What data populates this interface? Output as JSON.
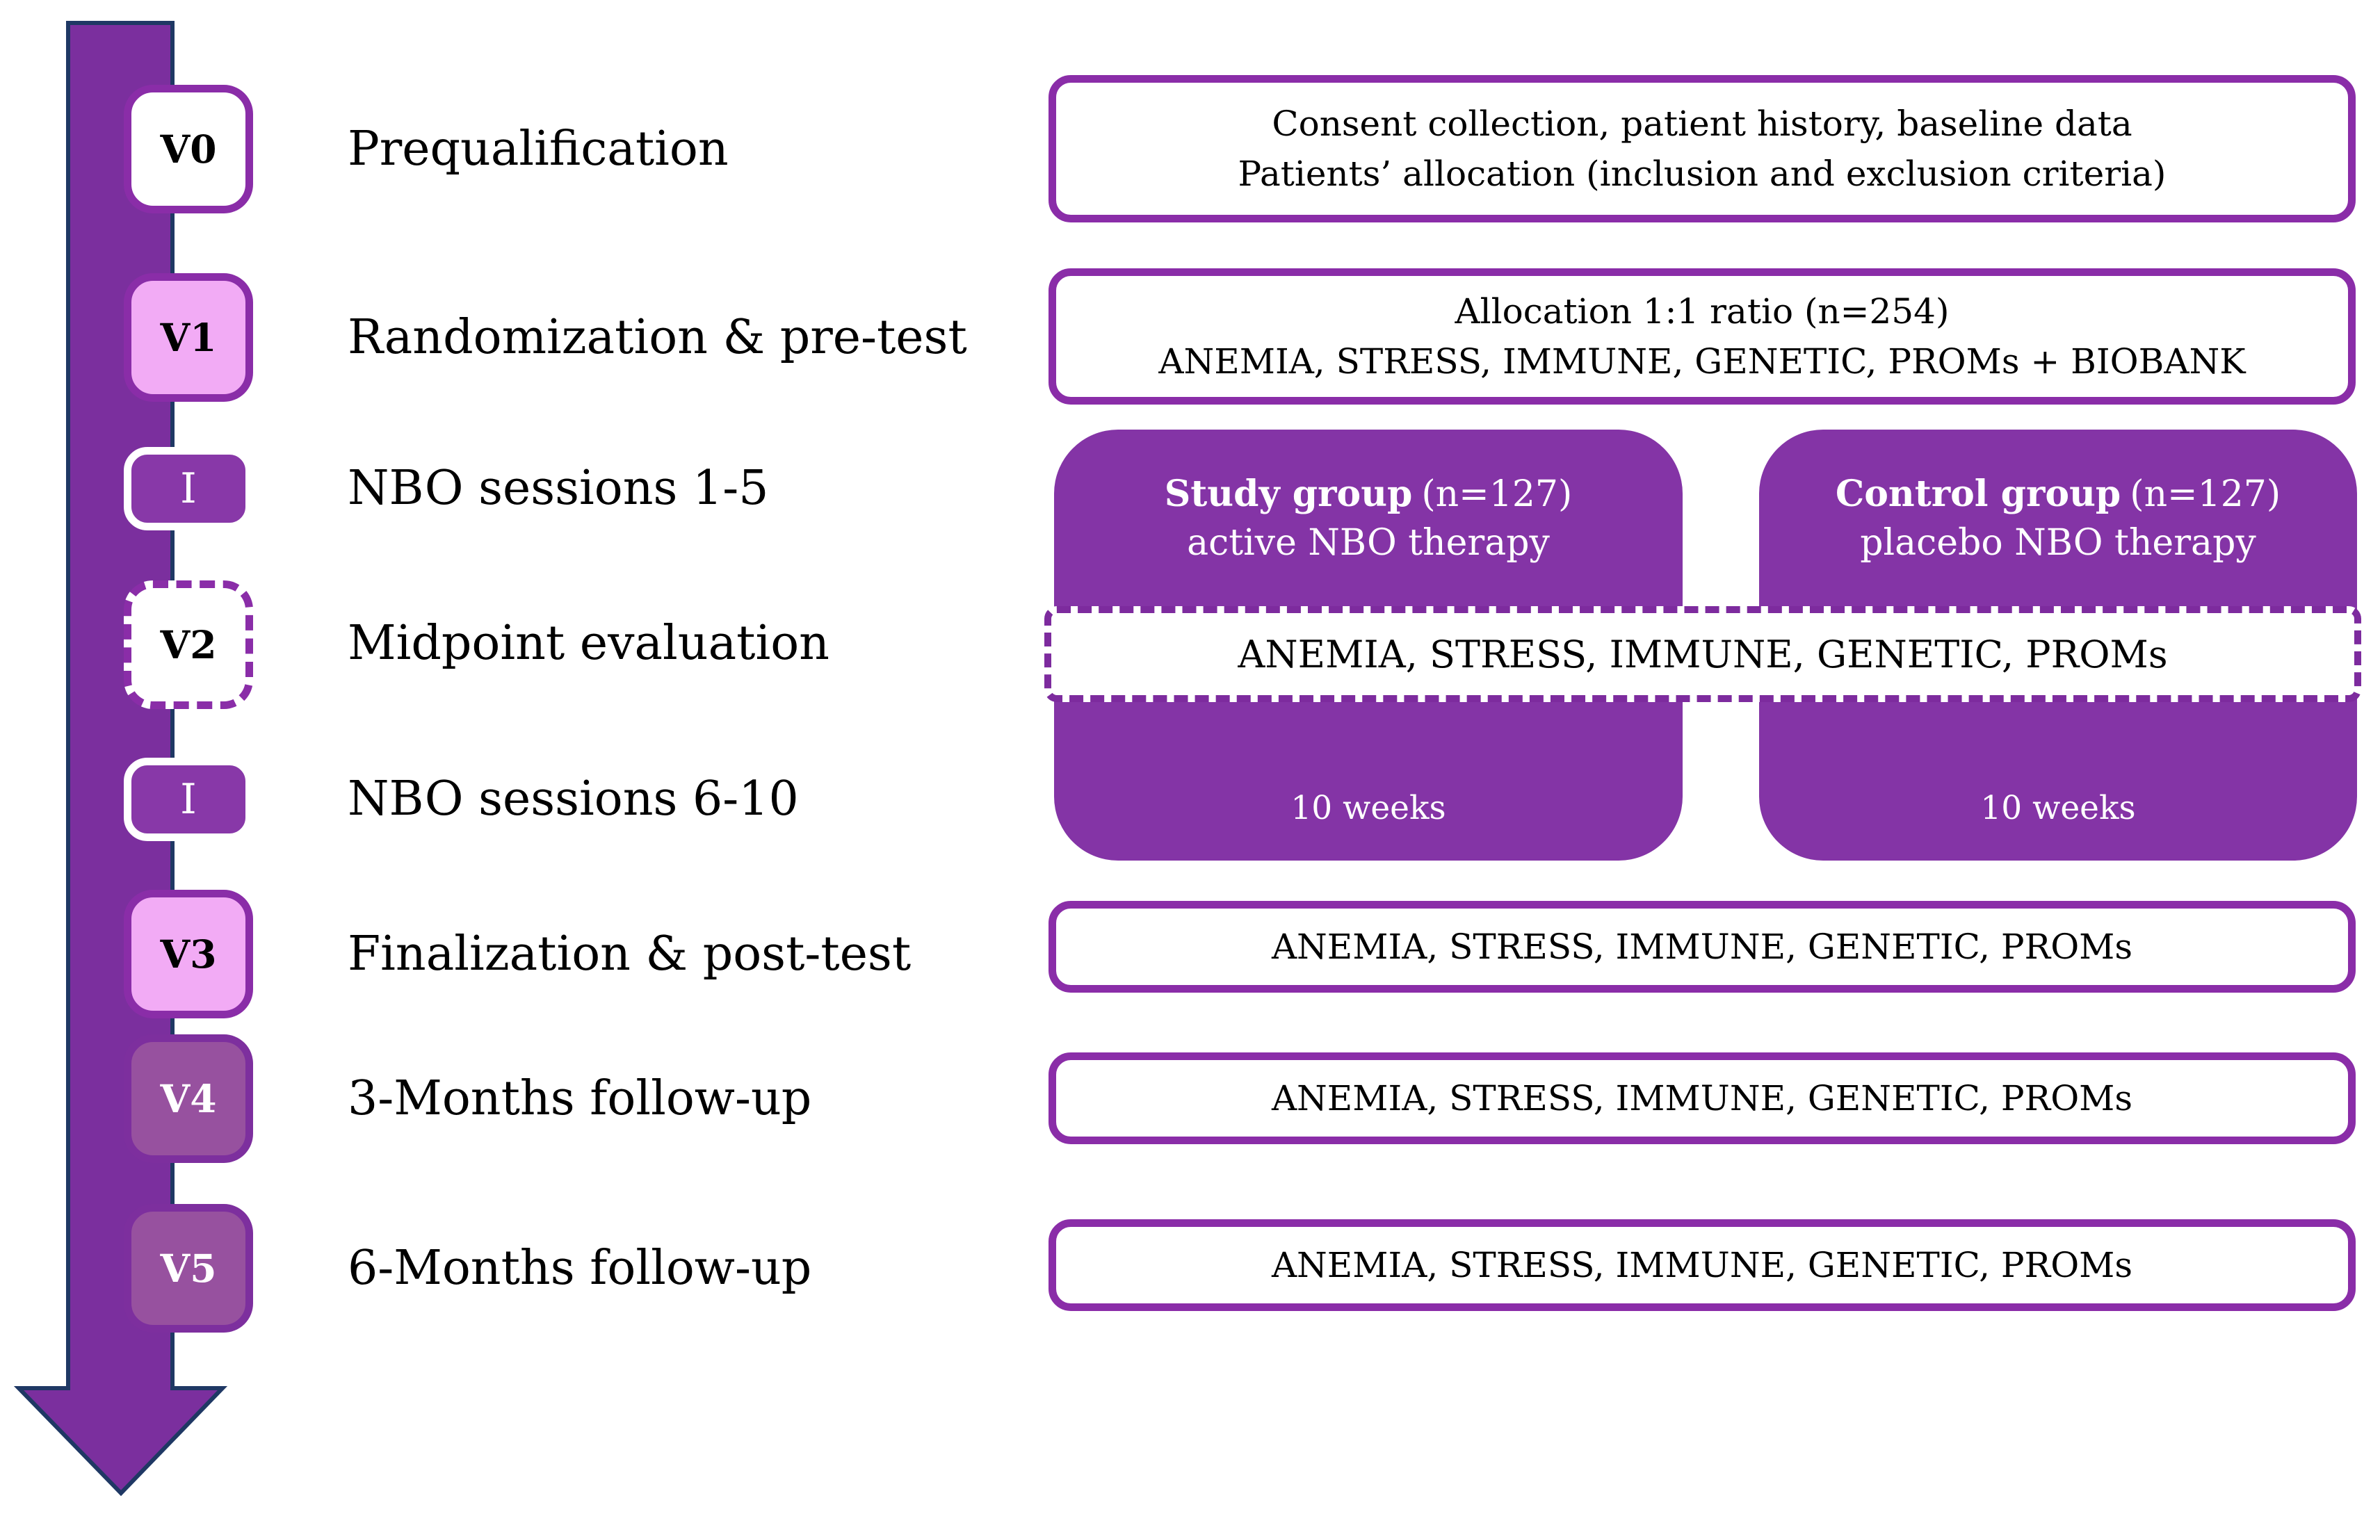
{
  "palette": {
    "arrow_fill": "#7B2F9E",
    "arrow_outline": "#1F3864",
    "solid_box_border": "#8A2DA8",
    "dashed_border": "#7D2B9E",
    "badge_pink_fill": "#F2ABF5",
    "badge_intervention_fill": "#8838A8",
    "badge_dark_fill": "#97519F",
    "badge_dark_border": "#7D2F9E",
    "group_box_fill": "#8434A6",
    "text_dark": "#000000",
    "text_light": "#FFFFFF"
  },
  "timeline": {
    "stages": [
      {
        "id": "v0",
        "badge": "V0",
        "label": "Prequalification"
      },
      {
        "id": "v1",
        "badge": "V1",
        "label": "Randomization & pre-test"
      },
      {
        "id": "i1",
        "badge": "I",
        "label": "NBO sessions 1-5"
      },
      {
        "id": "v2",
        "badge": "V2",
        "label": "Midpoint evaluation"
      },
      {
        "id": "i2",
        "badge": "I",
        "label": "NBO sessions 6-10"
      },
      {
        "id": "v3",
        "badge": "V3",
        "label": "Finalization & post-test"
      },
      {
        "id": "v4",
        "badge": "V4",
        "label": "3-Months follow-up"
      },
      {
        "id": "v5",
        "badge": "V5",
        "label": "6-Months follow-up"
      }
    ]
  },
  "details": {
    "prequalification": {
      "line1": "Consent collection, patient history, baseline data",
      "line2": "Patients’ allocation (inclusion and exclusion criteria)"
    },
    "randomization": {
      "line1": "Allocation 1:1 ratio (n=254)",
      "line2": "ANEMIA, STRESS, IMMUNE, GENETIC, PROMs + BIOBANK"
    },
    "study_group": {
      "title_bold": "Study group",
      "title_suffix": "(n=127)",
      "subtitle": "active NBO therapy",
      "duration": "10 weeks"
    },
    "control_group": {
      "title_bold": "Control group",
      "title_suffix": "(n=127)",
      "subtitle": "placebo NBO therapy",
      "duration": "10 weeks"
    },
    "midpoint_band": {
      "text": "ANEMIA, STRESS, IMMUNE, GENETIC, PROMs"
    },
    "posttest_box": {
      "text": "ANEMIA, STRESS, IMMUNE, GENETIC, PROMs"
    },
    "followup3_box": {
      "text": "ANEMIA, STRESS, IMMUNE, GENETIC, PROMs"
    },
    "followup6_box": {
      "text": "ANEMIA, STRESS, IMMUNE, GENETIC, PROMs"
    }
  }
}
